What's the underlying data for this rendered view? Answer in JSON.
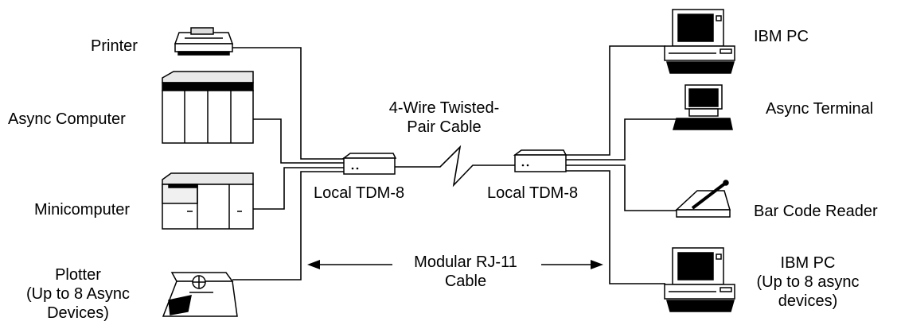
{
  "left_devices": {
    "printer": "Printer",
    "async_computer": "Async Computer",
    "minicomputer": "Minicomputer",
    "plotter_line1": "Plotter",
    "plotter_line2": "(Up to 8 Async",
    "plotter_line3": "Devices)"
  },
  "right_devices": {
    "ibm_pc_top": "IBM PC",
    "async_terminal": "Async Terminal",
    "bar_code_reader": "Bar Code Reader",
    "ibm_pc_bottom_line1": "IBM PC",
    "ibm_pc_bottom_line2": "(Up to 8 async",
    "ibm_pc_bottom_line3": "devices)"
  },
  "links": {
    "twisted_pair_line1": "4-Wire Twisted-",
    "twisted_pair_line2": "Pair Cable",
    "modular_line1": "Modular RJ-11",
    "modular_line2": "Cable"
  },
  "tdm": {
    "local_left": "Local TDM-8",
    "local_right": "Local TDM-8"
  }
}
